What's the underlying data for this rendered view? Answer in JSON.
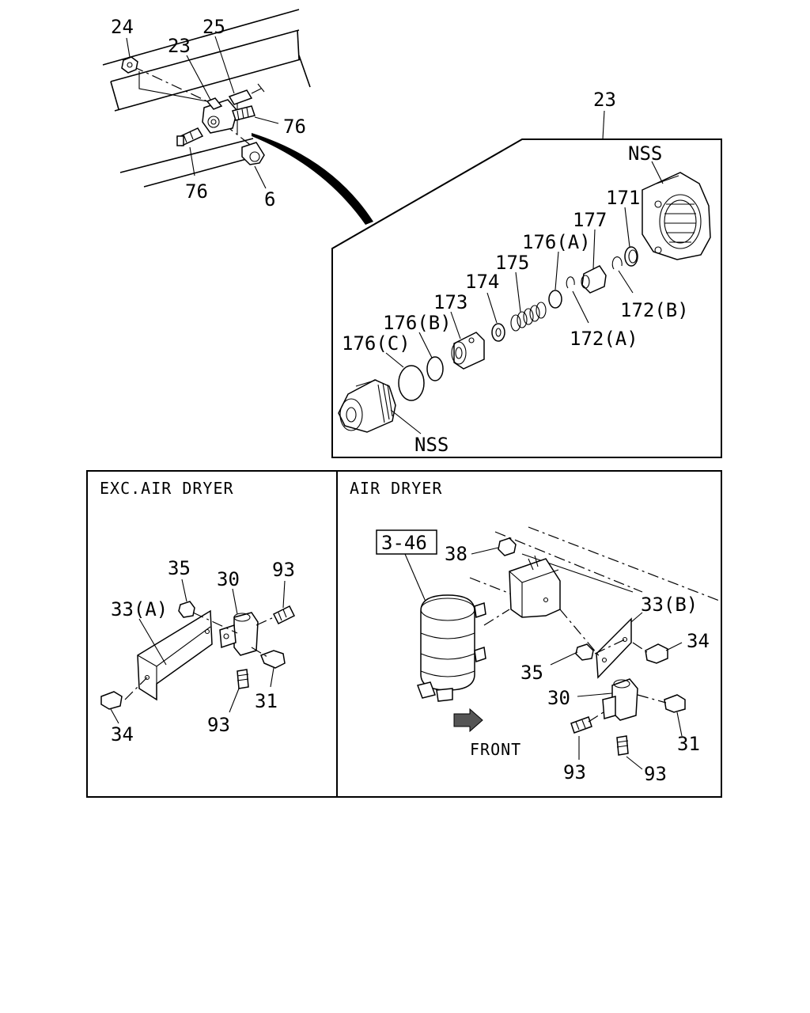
{
  "top_view": {
    "labels": {
      "c24": "24",
      "c23": "23",
      "c25": "25",
      "c76a": "76",
      "c76b": "76",
      "c6": "6"
    }
  },
  "detail_view": {
    "ref": "23",
    "labels": {
      "nss_top": "NSS",
      "nss_bottom": "NSS",
      "c171": "171",
      "c177": "177",
      "c176a": "176(A)",
      "c175": "175",
      "c174": "174",
      "c173": "173",
      "c176b": "176(B)",
      "c176c": "176(C)",
      "c172b": "172(B)",
      "c172a": "172(A)"
    }
  },
  "exc_panel": {
    "title": "EXC.AIR DRYER",
    "labels": {
      "c35": "35",
      "c30": "30",
      "c93a": "93",
      "c33a": "33(A)",
      "c31": "31",
      "c93b": "93",
      "c34": "34"
    }
  },
  "dryer_panel": {
    "title": "AIR DRYER",
    "ref_box": "3-46",
    "front": "FRONT",
    "labels": {
      "c38": "38",
      "c33b": "33(B)",
      "c34": "34",
      "c35": "35",
      "c30": "30",
      "c31": "31",
      "c93a": "93",
      "c93b": "93"
    }
  }
}
